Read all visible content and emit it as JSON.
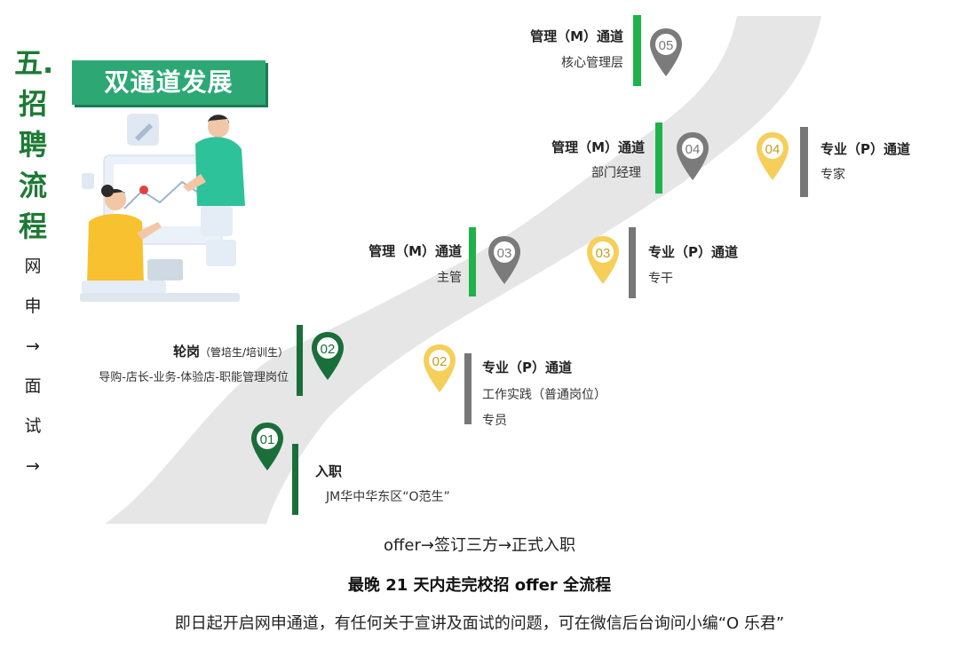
{
  "heading": {
    "big": [
      "五.",
      "招",
      "聘",
      "流",
      "程"
    ],
    "small": [
      "网",
      "申",
      "→",
      "面",
      "试",
      "→"
    ]
  },
  "badge": "双通道发展",
  "pins": {
    "p01": "01",
    "p02g": "02",
    "p03g": "03",
    "p04g": "04",
    "p05g": "05",
    "p02y": "02",
    "p03y": "03",
    "p04y": "04"
  },
  "steps": {
    "entry": {
      "title": "入职",
      "sub": "JM华中华东区“O范生”"
    },
    "rotation": {
      "title": "轮岗",
      "title_note": "（管培生/培训生）",
      "sub": "导购-店长-业务-体验店-职能管理岗位"
    },
    "m03": {
      "title": "管理（M）通道",
      "sub": "主管"
    },
    "m04": {
      "title": "管理（M）通道",
      "sub": "部门经理"
    },
    "m05": {
      "title": "管理（M）通道",
      "sub": "核心管理层"
    },
    "p02": {
      "title": "专业（P）通道",
      "sub1": "工作实践（普通岗位）",
      "sub2": "专员"
    },
    "p03": {
      "title": "专业（P）通道",
      "sub": "专干"
    },
    "p04": {
      "title": "专业（P）通道",
      "sub": "专家"
    }
  },
  "footer": {
    "line1": "offer→签订三方→正式入职",
    "line2": "最晚 21 天内走完校招 offer 全流程",
    "line3": "即日起开启网申通道，有任何关于宣讲及面试的问题，可在微信后台询问小编“O 乐君”"
  },
  "colors": {
    "dark_green": "#1a6e3a",
    "bright_green": "#1fb14b",
    "gray_pin": "#7b7b7b",
    "yellow_pin": "#f5cf5a",
    "road": "#e6e6e6",
    "badge": "#2da875"
  }
}
